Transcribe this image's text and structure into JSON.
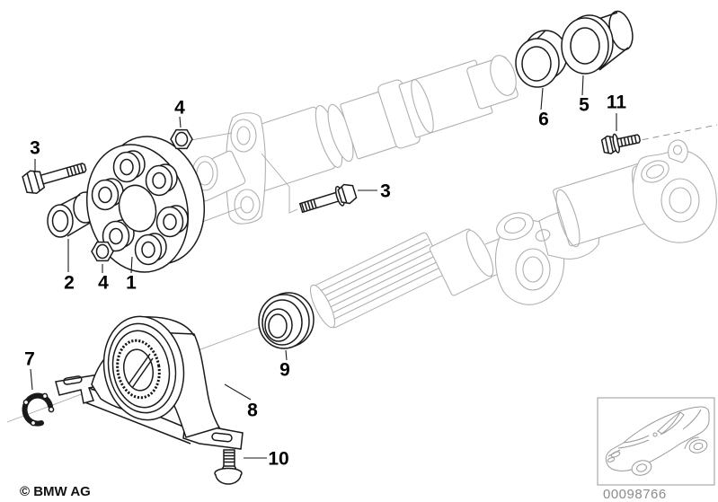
{
  "figure": {
    "copyright": "© BMW AG",
    "diagram_number": "00098766"
  },
  "callouts": {
    "c1": "1",
    "c2": "2",
    "c3_left": "3",
    "c3_mid": "3",
    "c4_top": "4",
    "c4_bottom": "4",
    "c5": "5",
    "c6": "6",
    "c7": "7",
    "c8": "8",
    "c9": "9",
    "c10": "10",
    "c11": "11"
  },
  "colors": {
    "background": "#ffffff",
    "part_line": "#1a1a1a",
    "context_line": "#b0b0b0",
    "label_text": "#000000",
    "diagram_number_text": "#8c8c8c"
  },
  "icons": {
    "car_thumbnail": "bmw-coupe-line-art"
  }
}
